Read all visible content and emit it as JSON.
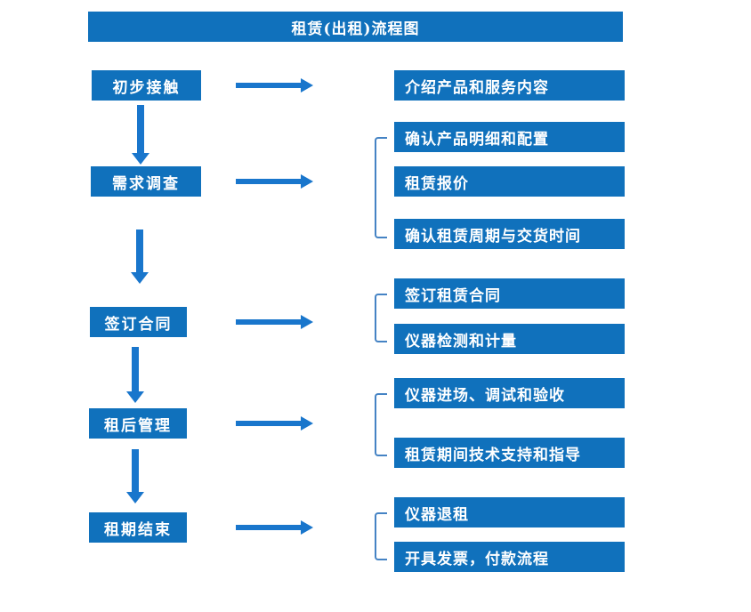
{
  "title": "租赁(出租)流程图",
  "colors": {
    "primary": "#1071BC",
    "arrow": "#1976CC",
    "bracket": "#4583C4",
    "text": "#FFFFFF",
    "background": "#FFFFFF"
  },
  "steps": [
    {
      "label": "初步接触",
      "outputs": [
        "介绍产品和服务内容"
      ]
    },
    {
      "label": "需求调查",
      "outputs": [
        "确认产品明细和配置",
        "租赁报价",
        "确认租赁周期与交货时间"
      ]
    },
    {
      "label": "签订合同",
      "outputs": [
        "签订租赁合同",
        "仪器检测和计量"
      ]
    },
    {
      "label": "租后管理",
      "outputs": [
        "仪器进场、调试和验收",
        "租赁期间技术支持和指导"
      ]
    },
    {
      "label": "租期结束",
      "outputs": [
        "仪器退租",
        "开具发票，付款流程"
      ]
    }
  ]
}
